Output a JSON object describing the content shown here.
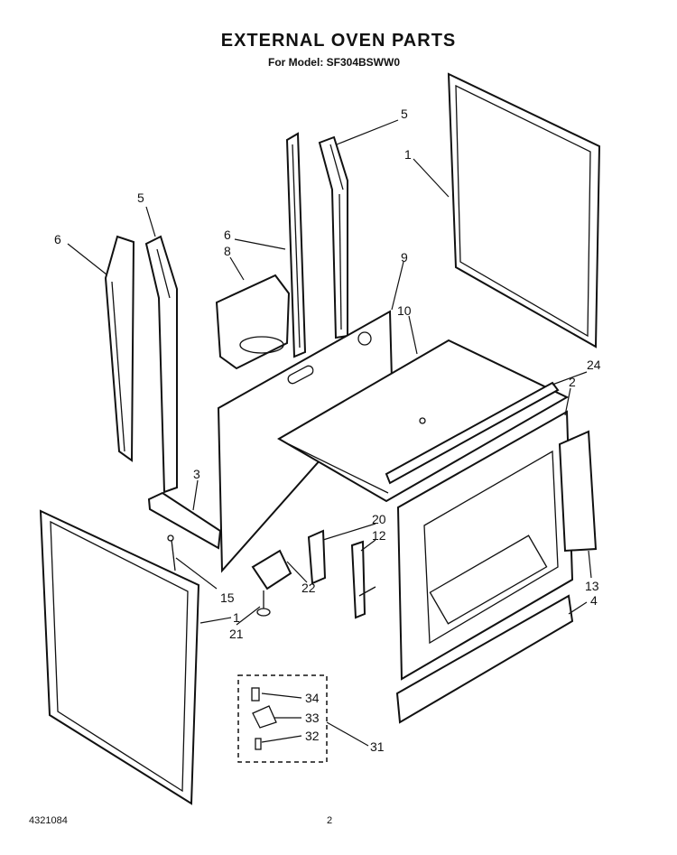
{
  "header": {
    "title": "EXTERNAL OVEN  PARTS",
    "model_line": "For Model: SF304BSWW0"
  },
  "footer": {
    "doc_number": "4321084",
    "page_number": "2"
  },
  "callouts": [
    {
      "id": "c-5-top",
      "label": "5"
    },
    {
      "id": "c-1-top",
      "label": "1"
    },
    {
      "id": "c-5-left",
      "label": "5"
    },
    {
      "id": "c-6-left",
      "label": "6"
    },
    {
      "id": "c-6-mid",
      "label": "6"
    },
    {
      "id": "c-8",
      "label": "8"
    },
    {
      "id": "c-9",
      "label": "9"
    },
    {
      "id": "c-10",
      "label": "10"
    },
    {
      "id": "c-24",
      "label": "24"
    },
    {
      "id": "c-2",
      "label": "2"
    },
    {
      "id": "c-3",
      "label": "3"
    },
    {
      "id": "c-20",
      "label": "20"
    },
    {
      "id": "c-12",
      "label": "12"
    },
    {
      "id": "c-15",
      "label": "15"
    },
    {
      "id": "c-22",
      "label": "22"
    },
    {
      "id": "c-13",
      "label": "13"
    },
    {
      "id": "c-4",
      "label": "4"
    },
    {
      "id": "c-1-bottom",
      "label": "1"
    },
    {
      "id": "c-21",
      "label": "21"
    },
    {
      "id": "c-34",
      "label": "34"
    },
    {
      "id": "c-33",
      "label": "33"
    },
    {
      "id": "c-32",
      "label": "32"
    },
    {
      "id": "c-31",
      "label": "31"
    }
  ]
}
